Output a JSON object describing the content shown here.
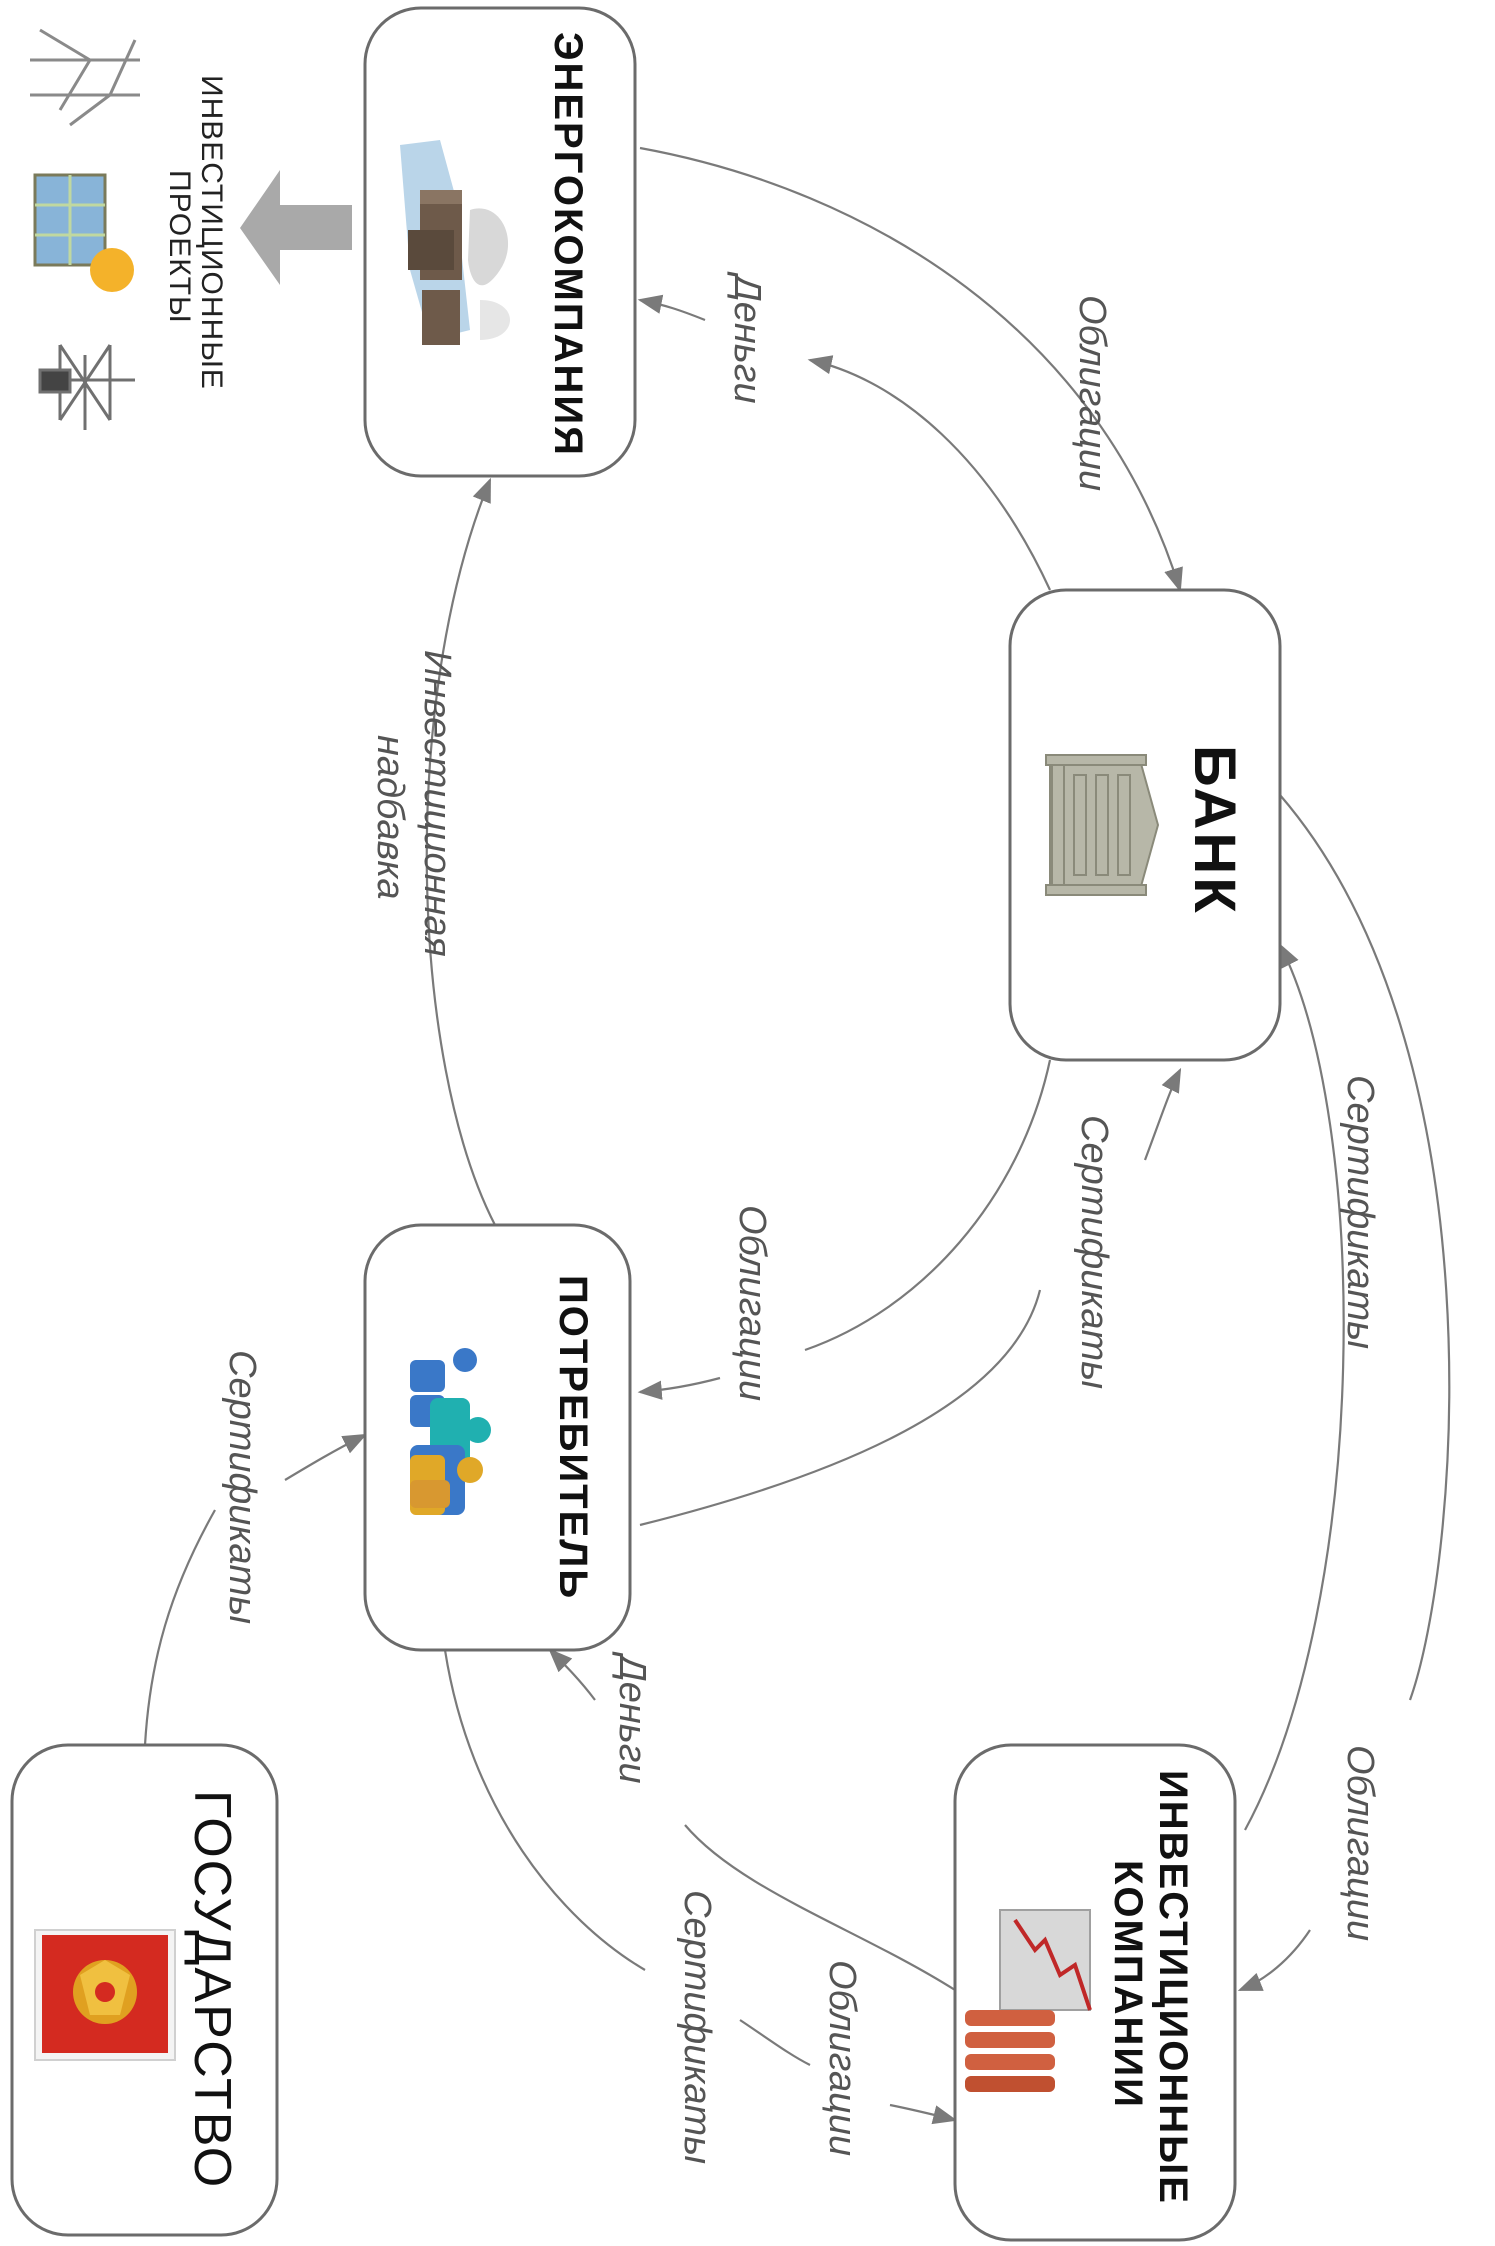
{
  "nodes": {
    "energy_company": "ЭНЕРГОКОМПАНИЯ",
    "bank": "БАНК",
    "consumer": "ПОТРЕБИТЕЛЬ",
    "investment_companies_line1": "ИНВЕСТИЦИОННЫЕ",
    "investment_companies_line2": "КОМПАНИИ",
    "state": "ГОСУДАРСТВО"
  },
  "investment_projects": {
    "line1": "ИНВЕСТИЦИОННЫЕ",
    "line2": "ПРОЕКТЫ"
  },
  "edges": {
    "energy_to_bank": "Облигации",
    "bank_to_energy": "Деньги",
    "consumer_to_energy_line1": "Инвестиционная",
    "consumer_to_energy_line2": "надбавка",
    "bank_to_consumer": "Облигации",
    "consumer_to_bank": "Сертификаты",
    "invest_to_bank": "Сертификаты",
    "bank_to_invest": "Облигации",
    "state_to_consumer": "Сертификаты",
    "invest_to_consumer": "Деньги",
    "consumer_to_invest_certs": "Сертификаты",
    "consumer_to_invest_bonds": "Облигации"
  },
  "icons": {
    "energy": "power-plant-icon",
    "bank": "bank-building-icon",
    "consumer": "people-group-icon",
    "invest": "stock-chart-icon",
    "state": "coat-of-arms-icon",
    "projects": [
      "wind-turbine-icon",
      "solar-panel-icon",
      "power-line-tower-icon"
    ]
  },
  "colors": {
    "box_stroke": "#6b6b6b",
    "arrow": "#7a7a7a",
    "label": "#555555",
    "coat_red": "#d42a20",
    "coat_gold": "#e0a020"
  }
}
